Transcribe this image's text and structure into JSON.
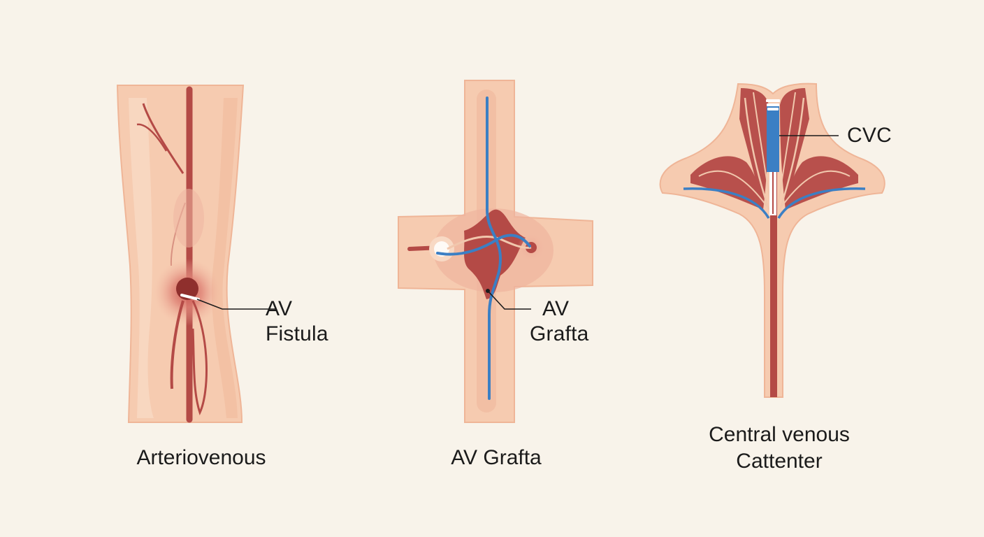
{
  "colors": {
    "background": "#f8f3ea",
    "skin": "#f6cbb0",
    "skin_light": "#f9dcc8",
    "skin_edge": "#efb597",
    "vessel": "#b44a46",
    "vessel_dark": "#9e3a37",
    "muscle": "#b8504c",
    "tendon": "#f1c7ad",
    "catheter_blue": "#3b7fc4",
    "text": "#1b1b1b"
  },
  "panels": [
    {
      "id": "fistula",
      "callout": [
        "AV",
        "Fistula"
      ],
      "caption": [
        "Arteriovenous"
      ]
    },
    {
      "id": "graft",
      "callout": [
        "AV",
        "Grafta"
      ],
      "caption": [
        "AV Grafta"
      ]
    },
    {
      "id": "cvc",
      "callout": [
        "CVC"
      ],
      "caption": [
        "Central venous",
        "Cattenter"
      ]
    }
  ]
}
